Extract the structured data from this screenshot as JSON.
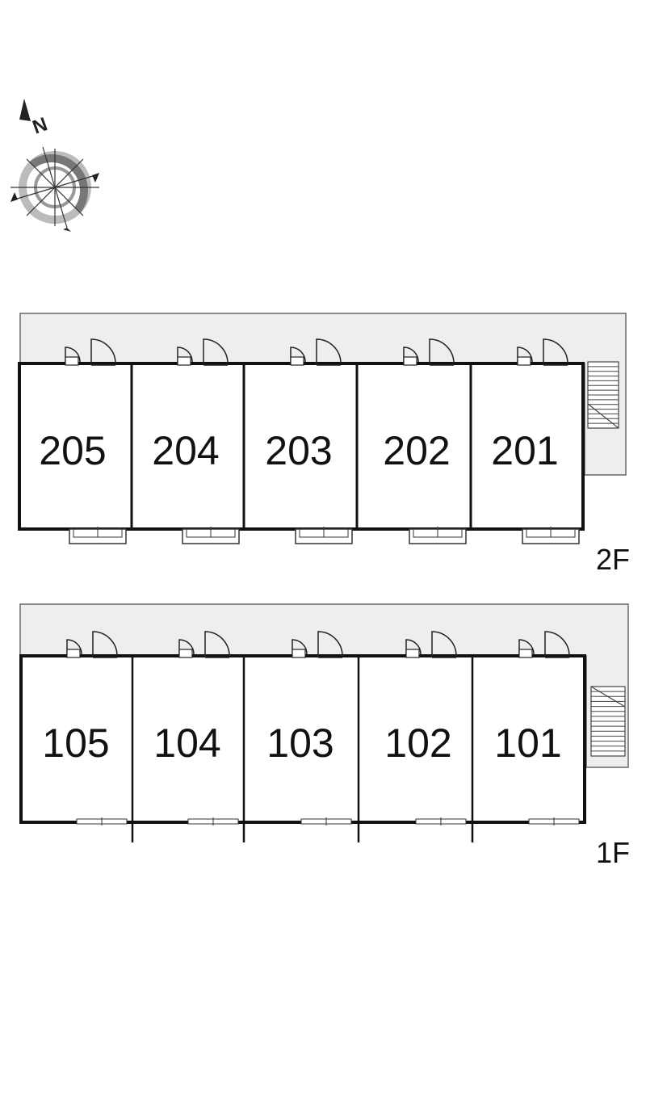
{
  "compass": {
    "north_label": "N",
    "icon": "compass-rose-icon"
  },
  "colors": {
    "corridor_fill": "#eeeeee",
    "wall": "#111111",
    "ring_dark": "#777777",
    "ring_light": "#bbbbbb"
  },
  "floors": [
    {
      "id": "2f",
      "label": "2F",
      "rooms": [
        "205",
        "204",
        "203",
        "202",
        "201"
      ]
    },
    {
      "id": "1f",
      "label": "1F",
      "rooms": [
        "105",
        "104",
        "103",
        "102",
        "101"
      ]
    }
  ]
}
